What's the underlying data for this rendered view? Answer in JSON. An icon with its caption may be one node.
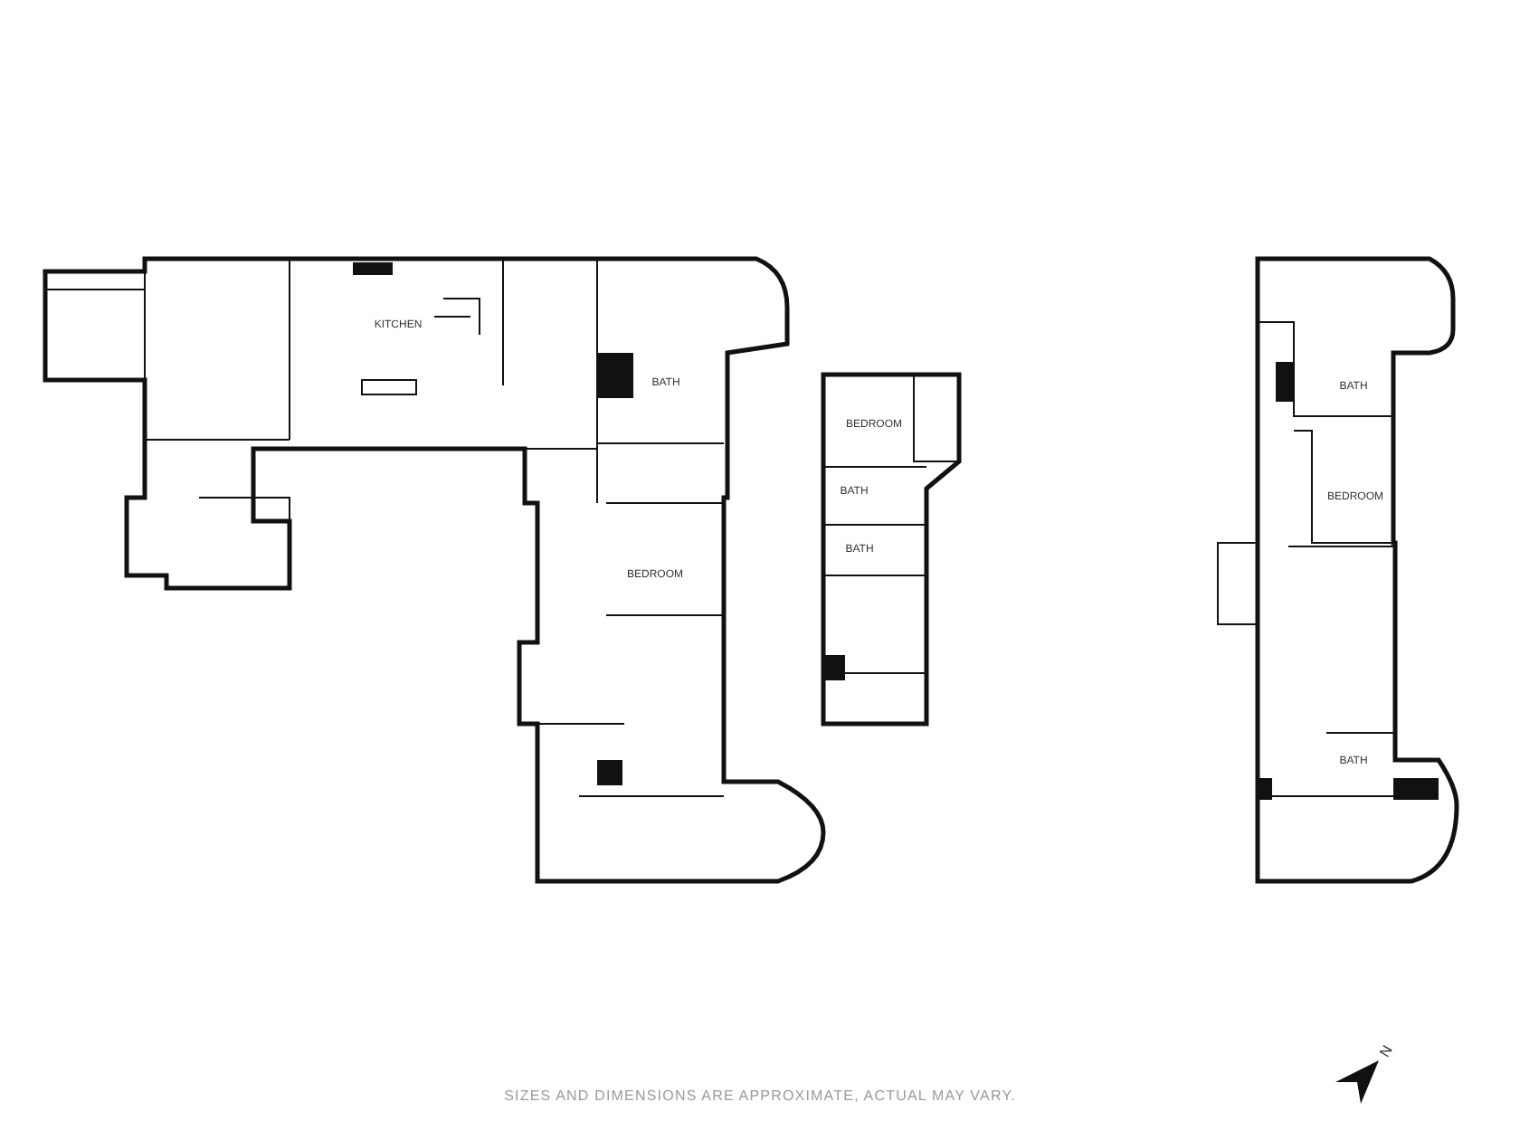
{
  "diagram": {
    "caption": "SIZES AND DIMENSIONS ARE APPROXIMATE, ACTUAL MAY VARY.",
    "labels": [
      "KITCHEN",
      "BATH",
      "BEDROOM",
      "BEDROOM",
      "BATH",
      "BATH",
      "BATH",
      "BEDROOM",
      "BATH",
      "N"
    ]
  }
}
